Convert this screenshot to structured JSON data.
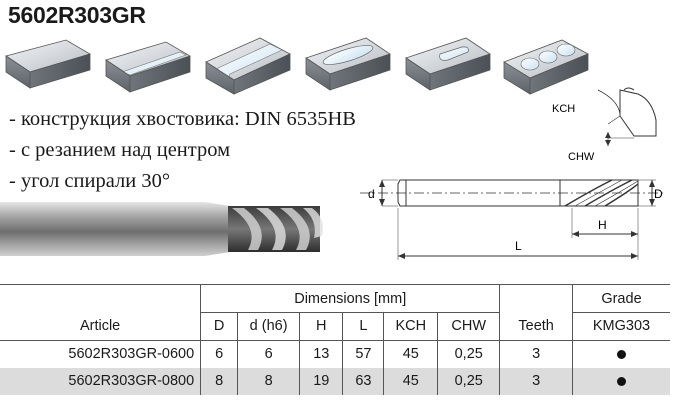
{
  "title": "5602R303GR",
  "features": [
    "- конструкция хвостовика: DIN 6535HB",
    "- с резанием над центром",
    "- угол спирали 30°"
  ],
  "diagram": {
    "label_d": "d",
    "label_D": "D",
    "label_H": "H",
    "label_L": "L",
    "label_kch": "KCH",
    "label_chw": "CHW"
  },
  "table": {
    "group_header": "Dimensions [mm]",
    "grade_header": "Grade",
    "article_header": "Article",
    "columns": [
      "D",
      "d (h6)",
      "H",
      "L",
      "KCH",
      "CHW"
    ],
    "teeth_header": "Teeth",
    "grade_name": "KMG303",
    "rows": [
      {
        "article": "5602R303GR-0600",
        "D": "6",
        "d": "6",
        "H": "13",
        "L": "57",
        "KCH": "45",
        "CHW": "0,25",
        "teeth": "3"
      },
      {
        "article": "5602R303GR-0800",
        "D": "8",
        "d": "8",
        "H": "19",
        "L": "63",
        "KCH": "45",
        "CHW": "0,25",
        "teeth": "3"
      }
    ]
  }
}
